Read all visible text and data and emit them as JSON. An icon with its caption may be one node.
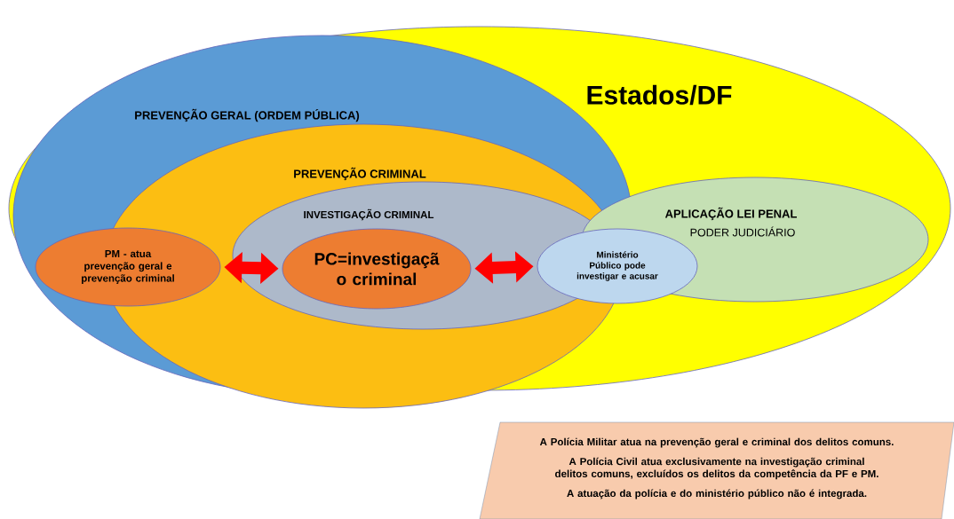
{
  "diagram": {
    "nodes": [
      {
        "text": [
          "Estados/DF"
        ]
      },
      {
        "text": [
          "PREVENÇÃO GERAL (ORDEM PÚBLICA)"
        ],
        "in": 0
      },
      {
        "text": [
          "PREVENÇÃO CRIMINAL"
        ],
        "in": 1
      },
      {
        "text": [
          "INVESTIGAÇÃO CRIMINAL"
        ],
        "in": 2
      },
      {
        "text": [
          "PM - atua prevenção geral e prevenção criminal"
        ],
        "in": 1
      },
      {
        "text": [
          "PC=investigaçã o criminal"
        ],
        "in": 3
      },
      {
        "text": [
          "APLICAÇÃO LEI PENAL",
          "PODER JUDICIÁRIO"
        ],
        "in": 0
      },
      {
        "text": [
          "Ministério Público pode investigar e acusar"
        ],
        "in": 0
      },
      {
        "text": [
          "A Polícia Militar atua na prevenção geral e criminal dos delitos comuns.",
          "A Polícia Civil atua exclusivamente na investigação criminal delitos comuns, excluídos os delitos da competência da PF e PM.",
          "A atuação da polícia e do ministério público não é integrada."
        ]
      }
    ],
    "edges": [
      {
        "from": 4,
        "to": 5,
        "arrow": "both"
      },
      {
        "from": 5,
        "to": 7,
        "arrow": "both"
      }
    ]
  }
}
